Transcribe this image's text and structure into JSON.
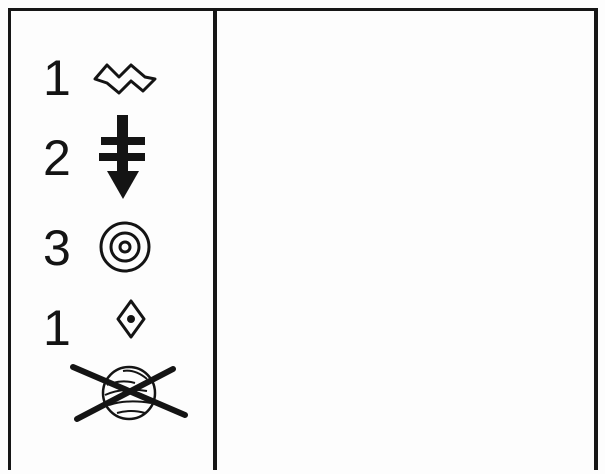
{
  "items": [
    {
      "count": "1",
      "icon": "zigzag-band-icon"
    },
    {
      "count": "2",
      "icon": "arrow-post-icon"
    },
    {
      "count": "3",
      "icon": "concentric-rings-icon"
    },
    {
      "count": "1",
      "icon": "diamond-dot-icon"
    },
    {
      "count": "",
      "icon": "crossed-out-sphere-icon"
    }
  ],
  "colors": {
    "ink": "#141414",
    "paper": "#fdfdfd"
  }
}
